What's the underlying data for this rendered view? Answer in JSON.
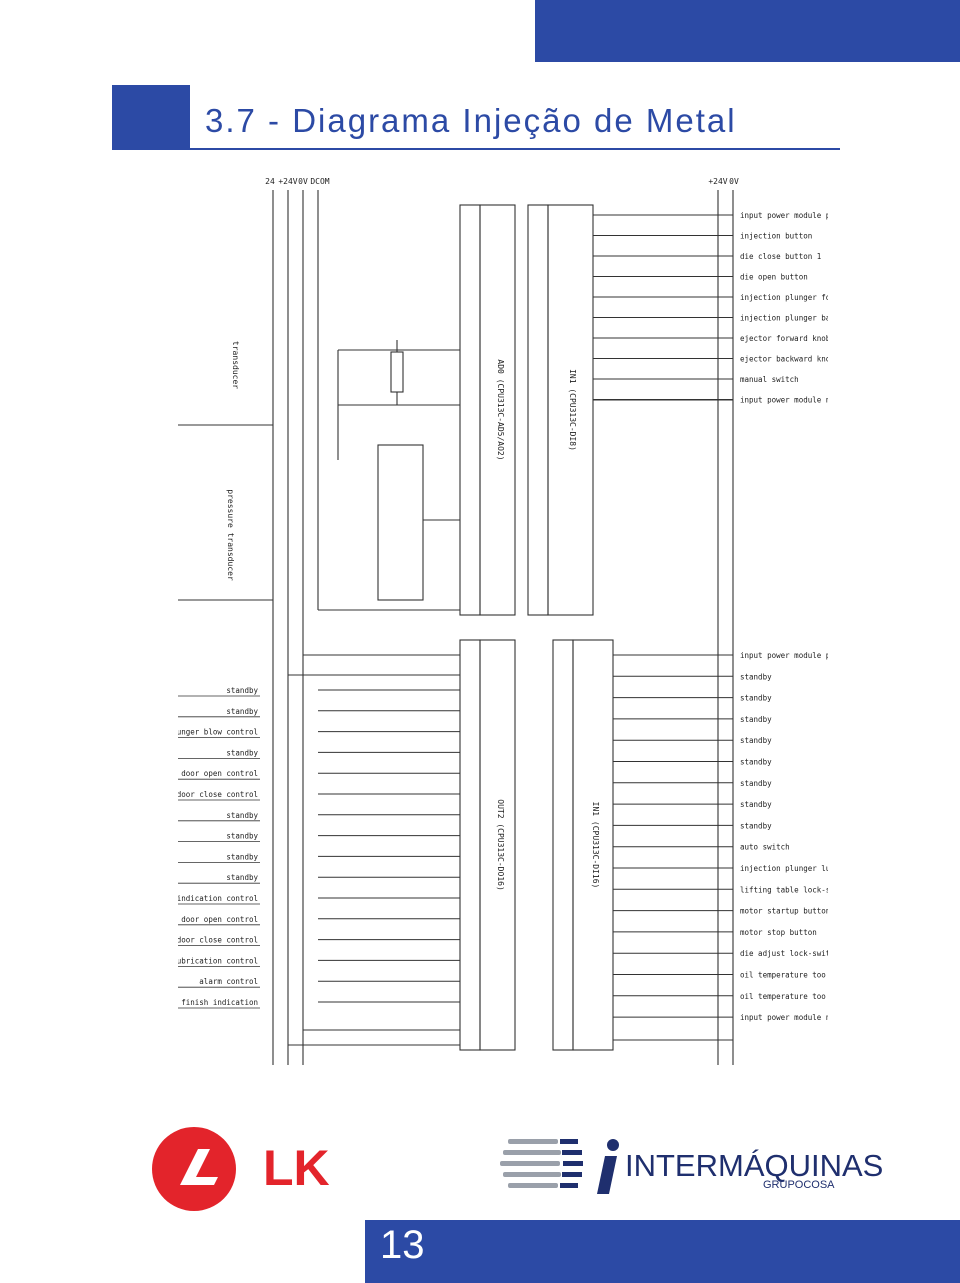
{
  "header": {
    "title": "3.7 - Diagrama Injeção de Metal"
  },
  "footer": {
    "page_number": "13",
    "brand_lk": "LK",
    "brand_intermaquinas": "INTERMÁQUINAS",
    "brand_grupo": "GRUPOCOSA"
  },
  "diagram": {
    "left_rails": [
      "24",
      "+24V",
      "0V",
      "DCOM"
    ],
    "right_rails": [
      "+24V",
      "0V"
    ],
    "module_ad": "AD0  (CPU313C-AD5/AO2)",
    "module_di_top": "IN1  (CPU313C-DI8)",
    "module_do": "OUT2  (CPU313C-DO16)",
    "module_di_bottom": "IN1  (CPU313C-DI16)",
    "sensor_transducer": "transducer",
    "sensor_pressure": "pressure transducer",
    "right_labels_top": [
      "input power module positive",
      "injection button",
      "die close button 1",
      "die open button",
      "injection plunger forward knob",
      "injection plunger backward knob",
      "ejector forward knob",
      "ejector backward knob",
      "manual switch",
      "input power module negative"
    ],
    "right_labels_bottom": [
      "input power module positive",
      "standby",
      "standby",
      "standby",
      "standby",
      "standby",
      "standby",
      "standby",
      "standby",
      "auto switch",
      "injection plunger lubrication button",
      "lifting table lock-switch",
      "motor startup button",
      "motor stop button",
      "die adjust lock-switch",
      "oil temperature too low detection",
      "oil temperature too high detection",
      "input power module negative"
    ],
    "left_labels": [
      "standby",
      "standby",
      "plunger blow control",
      "standby",
      "rear door open control",
      "rear door close control",
      "standby",
      "standby",
      "standby",
      "standby",
      "emergency stop indication control",
      "front door open control",
      "front door close control",
      "plunger lubrication control",
      "alarm control",
      "injection preparation finish indication"
    ]
  }
}
